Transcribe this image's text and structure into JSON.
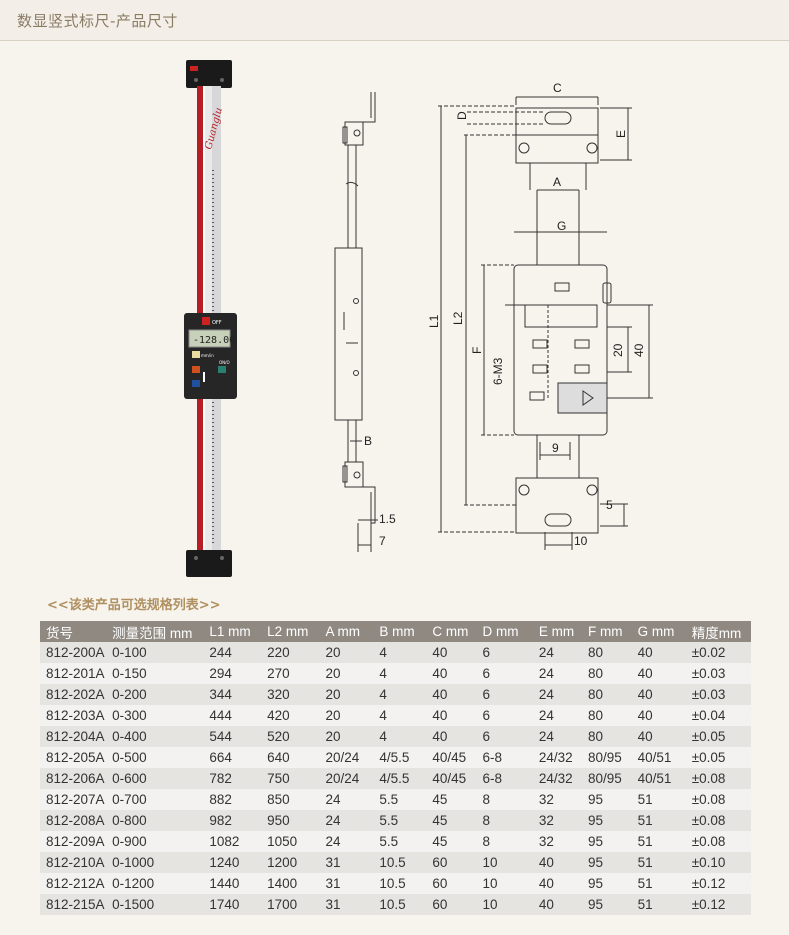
{
  "header": {
    "title": "数显竖式标尺-产品尺寸"
  },
  "figure": {
    "brand": "Guanglu",
    "lcd_value": "-128.00",
    "display_labels": {
      "off": "OFF",
      "unit": "mm/in",
      "onoff": "ON/O"
    },
    "side_labels": {
      "B": "B",
      "d15": "1.5",
      "d7": "7"
    },
    "front_labels": {
      "C": "C",
      "D": "D",
      "E": "E",
      "A": "A",
      "G": "G",
      "L1": "L1",
      "L2": "L2",
      "F": "F",
      "M3": "6-M3",
      "d20": "20",
      "d40": "40",
      "d9": "9",
      "d5": "5",
      "d10": "10"
    }
  },
  "subtitle": "<<该类产品可选规格列表>>",
  "table": {
    "headers": [
      "货号",
      "测量范围 mm",
      "L1 mm",
      "L2 mm",
      "A mm",
      "B mm",
      "C mm",
      "D mm",
      "E mm",
      "F mm",
      "G mm",
      "精度mm"
    ],
    "rows": [
      [
        "812-200A",
        "0-100",
        "244",
        "220",
        "20",
        "4",
        "40",
        "6",
        "24",
        "80",
        "40",
        "±0.02"
      ],
      [
        "812-201A",
        "0-150",
        "294",
        "270",
        "20",
        "4",
        "40",
        "6",
        "24",
        "80",
        "40",
        "±0.03"
      ],
      [
        "812-202A",
        "0-200",
        "344",
        "320",
        "20",
        "4",
        "40",
        "6",
        "24",
        "80",
        "40",
        "±0.03"
      ],
      [
        "812-203A",
        "0-300",
        "444",
        "420",
        "20",
        "4",
        "40",
        "6",
        "24",
        "80",
        "40",
        "±0.04"
      ],
      [
        "812-204A",
        "0-400",
        "544",
        "520",
        "20",
        "4",
        "40",
        "6",
        "24",
        "80",
        "40",
        "±0.05"
      ],
      [
        "812-205A",
        "0-500",
        "664",
        "640",
        "20/24",
        "4/5.5",
        "40/45",
        "6-8",
        "24/32",
        "80/95",
        "40/51",
        "±0.05"
      ],
      [
        "812-206A",
        "0-600",
        "782",
        "750",
        "20/24",
        "4/5.5",
        "40/45",
        "6-8",
        "24/32",
        "80/95",
        "40/51",
        "±0.08"
      ],
      [
        "812-207A",
        "0-700",
        "882",
        "850",
        "24",
        "5.5",
        "45",
        "8",
        "32",
        "95",
        "51",
        "±0.08"
      ],
      [
        "812-208A",
        "0-800",
        "982",
        "950",
        "24",
        "5.5",
        "45",
        "8",
        "32",
        "95",
        "51",
        "±0.08"
      ],
      [
        "812-209A",
        "0-900",
        "1082",
        "1050",
        "24",
        "5.5",
        "45",
        "8",
        "32",
        "95",
        "51",
        "±0.08"
      ],
      [
        "812-210A",
        "0-1000",
        "1240",
        "1200",
        "31",
        "10.5",
        "60",
        "10",
        "40",
        "95",
        "51",
        "±0.10"
      ],
      [
        "812-212A",
        "0-1200",
        "1440",
        "1400",
        "31",
        "10.5",
        "60",
        "10",
        "40",
        "95",
        "51",
        "±0.12"
      ],
      [
        "812-215A",
        "0-1500",
        "1740",
        "1700",
        "31",
        "10.5",
        "60",
        "10",
        "40",
        "95",
        "51",
        "±0.12"
      ]
    ]
  }
}
